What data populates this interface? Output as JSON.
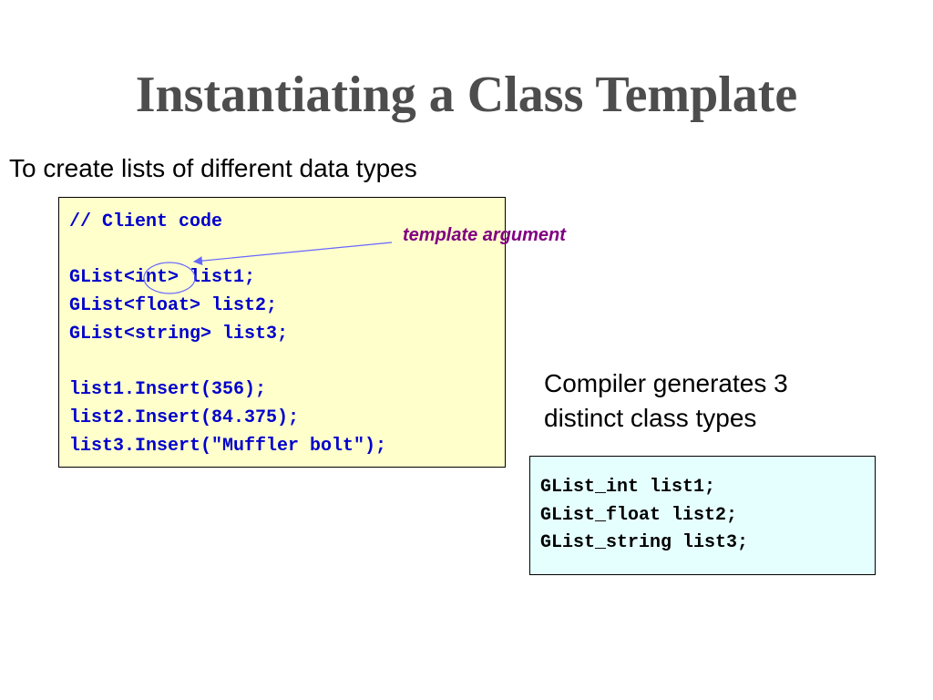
{
  "slide": {
    "title": "Instantiating a Class Template",
    "subtitle": "To create lists of different data types",
    "annotation": "template argument",
    "compiler_note": {
      "lines": [
        "Compiler generates 3",
        "distinct class types"
      ]
    },
    "client_code": {
      "lines": [
        "// Client code",
        "",
        "GList<int> list1;",
        "GList<float> list2;",
        "GList<string> list3;",
        "",
        "list1.Insert(356);",
        "list2.Insert(84.375);",
        "list3.Insert(\"Muffler bolt\");"
      ]
    },
    "generated_code": {
      "lines": [
        "GList_int list1;",
        "GList_float list2;",
        "GList_string list3;"
      ]
    },
    "colors": {
      "title": "#4d4d4d",
      "client_code_text": "#0000cc",
      "client_code_background": "#ffffcc",
      "generated_code_background": "#e5ffff",
      "annotation_text": "#800080",
      "arrow": "#6666ff"
    },
    "icons": {
      "pointer": "arrow-icon",
      "highlight": "ellipse-highlight"
    }
  }
}
